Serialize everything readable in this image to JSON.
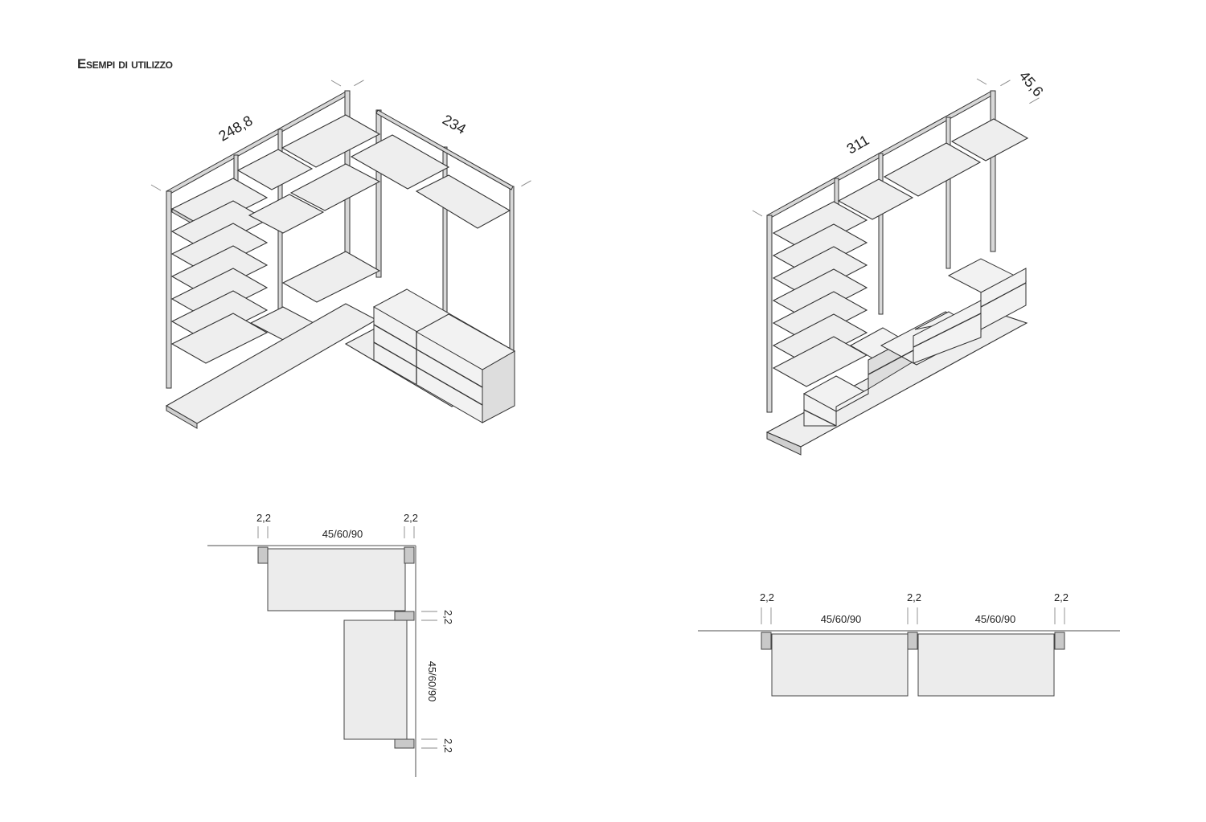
{
  "title": "Esempi di utilizzo",
  "iso_left": {
    "dim_width": "248,8",
    "dim_depth": "234"
  },
  "iso_right": {
    "dim_width": "311",
    "dim_depth": "45,6"
  },
  "plan_left": {
    "dim_gap_a": "2,2",
    "dim_span_top": "45/60/90",
    "dim_gap_b": "2,2",
    "dim_gap_c": "2,2",
    "dim_span_side": "45/60/90",
    "dim_gap_d": "2,2"
  },
  "plan_right": {
    "dim_gap_1": "2,2",
    "dim_gap_2": "2,2",
    "dim_gap_3": "2,2",
    "dim_span_1": "45/60/90",
    "dim_span_2": "45/60/90"
  }
}
